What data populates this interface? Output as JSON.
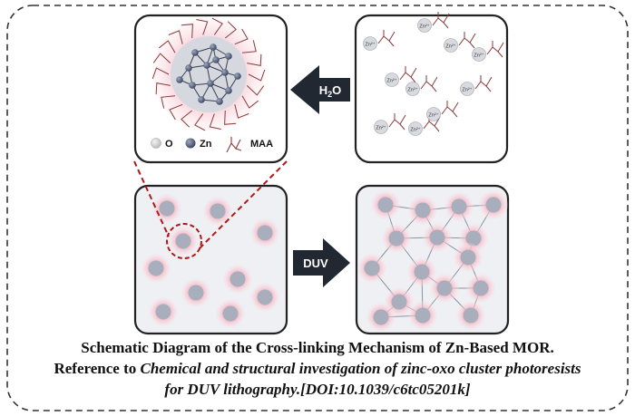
{
  "legend": {
    "o_label": "O",
    "zn_label": "Zn",
    "maa_label": "MAA"
  },
  "arrows": {
    "top_label": "H2O",
    "bottom_label": "DUV"
  },
  "ion_label": "Zn²⁺",
  "caption": {
    "line1": "Schematic Diagram of the Cross-linking Mechanism of Zn-Based MOR.",
    "line2_prefix": "Reference to ",
    "line2_italic": "Chemical and structural investigation of zinc-oxo cluster photoresists",
    "line3_italic": "for DUV lithography.",
    "line3_doi": "[DOI:10.1039/c6tc05201k]"
  },
  "colors": {
    "cluster_core": "#a8aebb",
    "cluster_glow": "#f7c6cf",
    "panel_bg": "#eef0f4",
    "arrow": "#222831",
    "dash_red": "#b01818",
    "ligand": "#8a3a3a"
  }
}
